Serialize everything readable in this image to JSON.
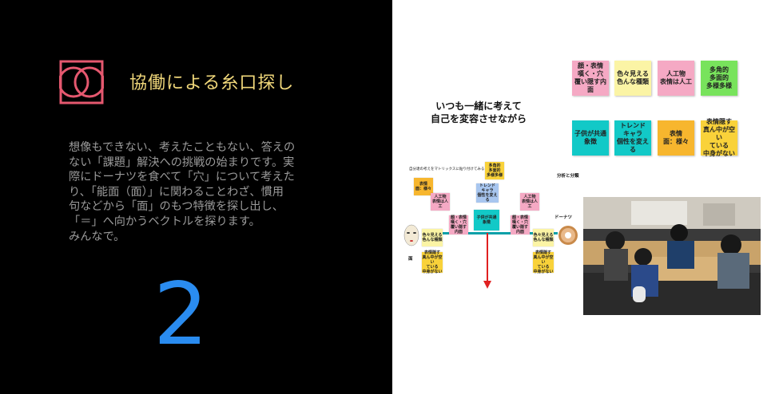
{
  "title": "協働による糸口探し",
  "body_lines": [
    "想像もできない、考えたこともない、答えの",
    "ない「課題」解決への挑戦の始まりです。実",
    "際にドーナツを食べて「穴」について考えた",
    "り、「能面（面）」に関わることわざ、慣用",
    "句などから「面」のもつ特徴を探し出し、",
    "「＝」へ向かうベクトルを探ります。",
    "みんなで。"
  ],
  "number": "2",
  "heading": [
    "いつも一緒に考えて",
    "自己を変容させながら"
  ],
  "top_notes": [
    [
      "顔・表情",
      "嘆く・穴",
      "覆い隠す内面"
    ],
    [
      "色々見える",
      "色んな種類"
    ],
    [
      "人工物",
      "表情は人工"
    ],
    [
      "多角的",
      "多面的",
      "多様多様"
    ]
  ],
  "mid_notes": [
    [
      "子供が共通",
      "象徴"
    ],
    [
      "トレンド",
      "キャラ",
      "個性を変える"
    ],
    [
      "表情",
      "面：様々"
    ],
    [
      "表情隠す",
      "真ん中が空い",
      "ている",
      "中身がない"
    ]
  ],
  "diagram": {
    "caption": "自分達の考えをマトリックスに貼り付けてみる",
    "notes": {
      "n1": [
        "表情",
        "面：様々"
      ],
      "n2": [
        "多角的",
        "多面的",
        "多様多様"
      ],
      "n3": [
        "トレンド",
        "キャラ",
        "個性を変える"
      ],
      "n4": [
        "人工物",
        "表情は人工"
      ],
      "n5": [
        "人工物",
        "表情は人工"
      ],
      "n6": [
        "子供が共通",
        "象徴"
      ],
      "n7": [
        "顔・表情",
        "嘆く・穴",
        "覆い隠す内面"
      ],
      "n8": [
        "顔・表情",
        "嘆く・穴",
        "覆い隠す内面"
      ],
      "n9": [
        "色々見える",
        "色んな種類"
      ],
      "n10": [
        "色々見える",
        "色んな種類"
      ],
      "n11": [
        "表情隠す",
        "真ん中が空い",
        "ている",
        "中身がない"
      ],
      "n12": [
        "表情隠す",
        "真ん中が空い",
        "ている",
        "中身がない"
      ]
    },
    "label_mask": "面",
    "label_donut": "ドーナツ"
  },
  "label_bunseki": "分析と分類",
  "colors": {
    "title": "#f0d77a",
    "number": "#2a8cf0",
    "logo": "#e5586f",
    "arrow": "#e02020",
    "bar": "#0aa0a8"
  }
}
